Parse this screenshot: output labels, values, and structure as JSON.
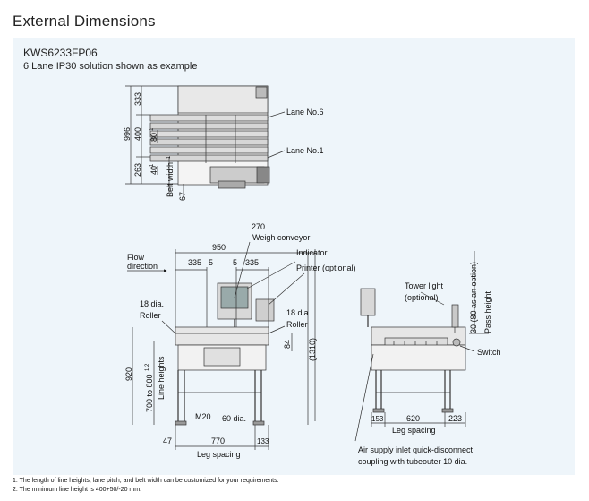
{
  "page": {
    "title": "External Dimensions",
    "model": "KWS6233FP06",
    "subtitle": "6 Lane IP30 solution shown as example"
  },
  "top_view": {
    "dim_333": "333",
    "dim_996": "996",
    "dim_400": "400",
    "dim_80": "80",
    "dim_80_sup": "1",
    "dim_263": "263",
    "dim_40": "40",
    "dim_40_sup": "1",
    "belt_width": "Belt width",
    "belt_width_sup": "1",
    "dim_67": "67",
    "lane_top": "Lane No.6",
    "lane_bottom": "Lane No.1"
  },
  "front_view": {
    "dim_270": "270",
    "weigh_conveyor": "Weigh conveyor",
    "dim_950": "950",
    "flow_direction_1": "Flow",
    "flow_direction_2": "direction",
    "dim_335_left": "335",
    "dim_5_left": "5",
    "dim_5_right": "5",
    "dim_335_right": "335",
    "indicator": "Indicator",
    "printer": "Printer (optional)",
    "roller_dia_left": "18 dia.",
    "roller_left": "Roller",
    "roller_dia_right": "18 dia.",
    "roller_right": "Roller",
    "dim_84": "84",
    "dim_1310": "(1310)",
    "dim_920": "920",
    "line_heights_range": "700 to 800",
    "line_heights_sup": "1,2",
    "line_heights": "Line heights",
    "m20": "M20",
    "dia_60": "60 dia.",
    "dim_47": "47",
    "dim_770": "770",
    "dim_133": "133",
    "leg_spacing": "Leg spacing"
  },
  "side_view": {
    "tower_light": "Tower light",
    "tower_light_opt": "(optional)",
    "pass_height_dims": "30 (80 as an option)",
    "pass_height": "Pass height",
    "switch": "Switch",
    "dim_153": "153",
    "dim_620": "620",
    "dim_223": "223",
    "leg_spacing": "Leg spacing",
    "air_supply_1": "Air supply inlet quick-disconnect",
    "air_supply_2": "coupling with tubeouter 10 dia."
  },
  "footnotes": {
    "note1": "1: The length of line heights, lane pitch, and belt width can be customized for your requirements.",
    "note2": "2: The minimum line height is 400+50/-20 mm."
  }
}
